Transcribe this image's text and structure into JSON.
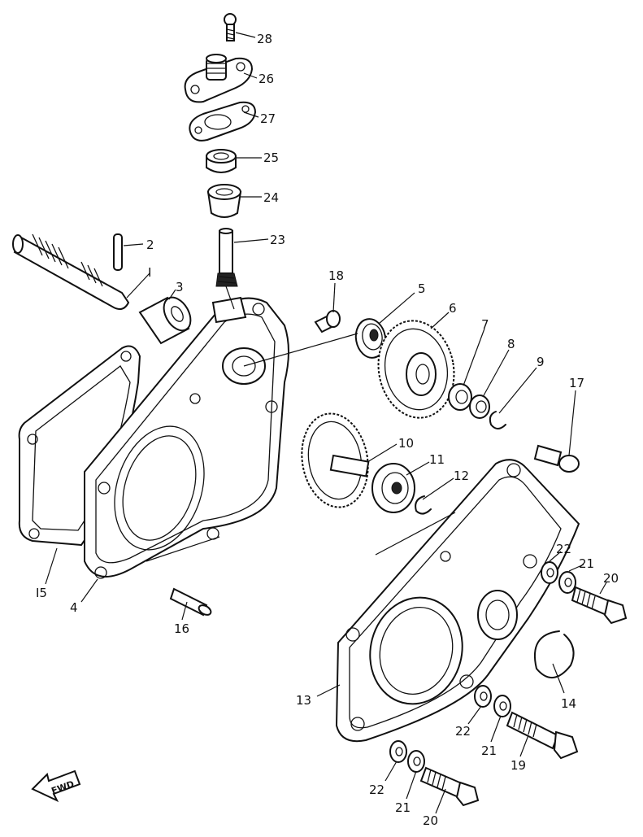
{
  "callouts": [
    {
      "id": "c28",
      "text": "28"
    },
    {
      "id": "c26",
      "text": "26"
    },
    {
      "id": "c27",
      "text": "27"
    },
    {
      "id": "c25",
      "text": "25"
    },
    {
      "id": "c24",
      "text": "24"
    },
    {
      "id": "c23",
      "text": "23"
    },
    {
      "id": "c2",
      "text": "2"
    },
    {
      "id": "c1",
      "text": "I"
    },
    {
      "id": "c3",
      "text": "3"
    },
    {
      "id": "c18",
      "text": "18"
    },
    {
      "id": "c5",
      "text": "5"
    },
    {
      "id": "c6",
      "text": "6"
    },
    {
      "id": "c7",
      "text": "7"
    },
    {
      "id": "c8",
      "text": "8"
    },
    {
      "id": "c9",
      "text": "9"
    },
    {
      "id": "c17",
      "text": "17"
    },
    {
      "id": "c10",
      "text": "10"
    },
    {
      "id": "c11",
      "text": "11"
    },
    {
      "id": "c12",
      "text": "12"
    },
    {
      "id": "c15",
      "text": "I5"
    },
    {
      "id": "c4",
      "text": "4"
    },
    {
      "id": "c16",
      "text": "16"
    },
    {
      "id": "c22a",
      "text": "22"
    },
    {
      "id": "c21a",
      "text": "21"
    },
    {
      "id": "c20a",
      "text": "20"
    },
    {
      "id": "c14",
      "text": "14"
    },
    {
      "id": "c13",
      "text": "13"
    },
    {
      "id": "c22b",
      "text": "22"
    },
    {
      "id": "c21b",
      "text": "21"
    },
    {
      "id": "c19",
      "text": "19"
    },
    {
      "id": "c22c",
      "text": "22"
    },
    {
      "id": "c21c",
      "text": "21"
    },
    {
      "id": "c20b",
      "text": "20"
    }
  ],
  "fwd_label": "FWD"
}
